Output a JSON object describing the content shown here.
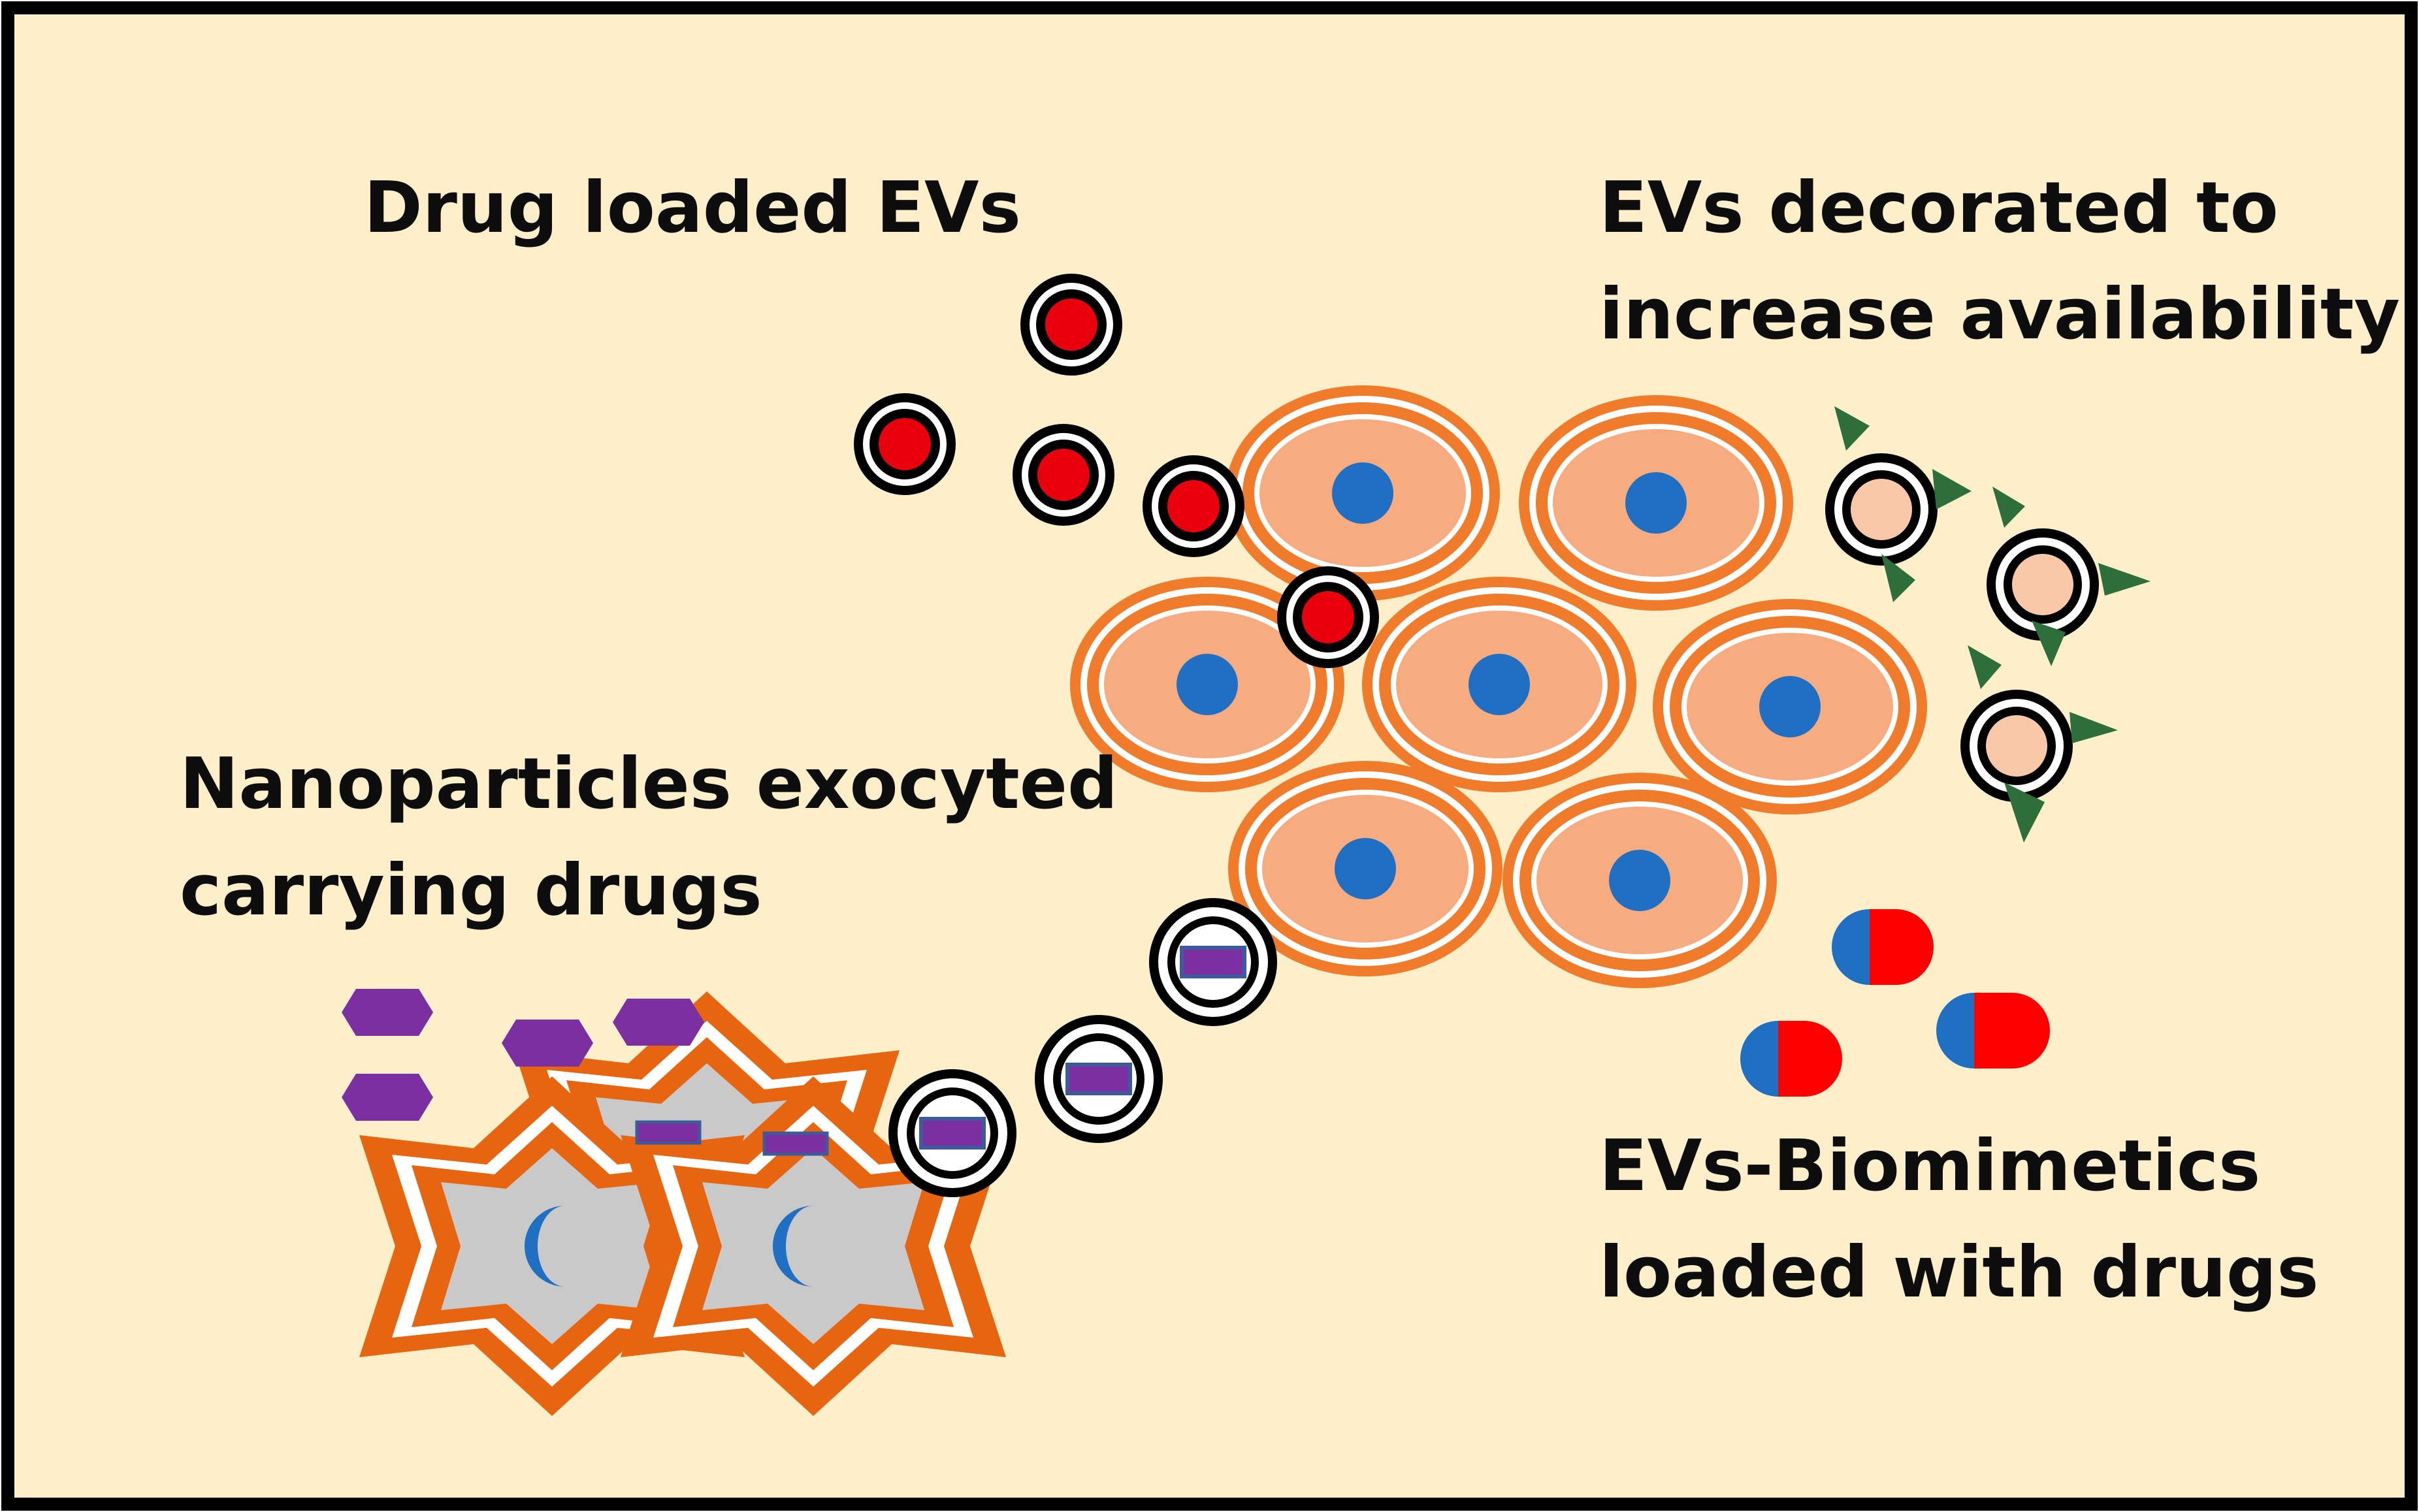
{
  "labels": {
    "drug_loaded": "Drug loaded EVs",
    "decorated_line1": "EVs decorated to",
    "decorated_line2": "increase availability",
    "nanoparticles_line1": "Nanoparticles exocyted",
    "nanoparticles_line2": "carrying drugs",
    "biomimetics_line1": "EVs-Biomimetics",
    "biomimetics_line2": "loaded with drugs"
  },
  "colors": {
    "background": "#fdefc9",
    "frame": "#000000",
    "cell_outline": "#e06d1c",
    "cell_fill": "#f7ac80",
    "nucleus": "#1f6fc2",
    "drug_ev_core": "#e8000d",
    "decorated_ev_core": "#f9c8a8",
    "ligand": "#2e6e3a",
    "nanoparticle": "#7b2fa0",
    "star_fill": "#c9c9c9",
    "capsule_blue": "#1f6fc2",
    "capsule_red": "#ff0000"
  }
}
